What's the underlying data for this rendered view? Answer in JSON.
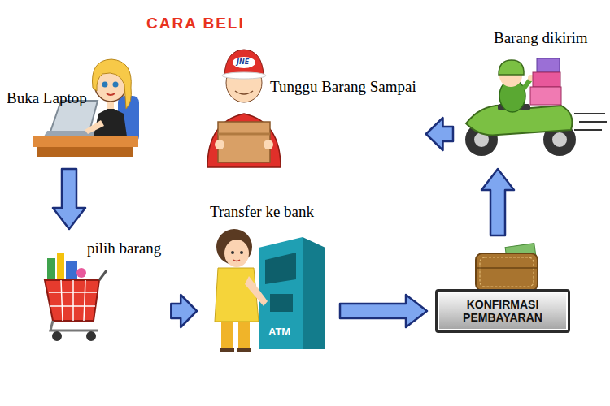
{
  "diagram": {
    "title": "CARA BELI",
    "nodes": [
      {
        "text": [
          "Buka Laptop"
        ]
      },
      {
        "text": [
          "pilih barang"
        ]
      },
      {
        "text": [
          "Transfer ke bank"
        ]
      },
      {
        "text": [
          "KONFIRMASI PEMBAYARAN"
        ]
      },
      {
        "text": [
          "Barang dikirim"
        ]
      },
      {
        "text": [
          "Tunggu Barang Sampai"
        ]
      }
    ],
    "edges": [
      {
        "from": 0,
        "to": 1,
        "arrow": "to"
      },
      {
        "from": 1,
        "to": 2,
        "arrow": "to"
      },
      {
        "from": 2,
        "to": 3,
        "arrow": "to"
      },
      {
        "from": 3,
        "to": 4,
        "arrow": "to"
      },
      {
        "from": 4,
        "to": 5,
        "arrow": "to"
      }
    ],
    "labels": [
      "JNE",
      "ATM"
    ]
  }
}
